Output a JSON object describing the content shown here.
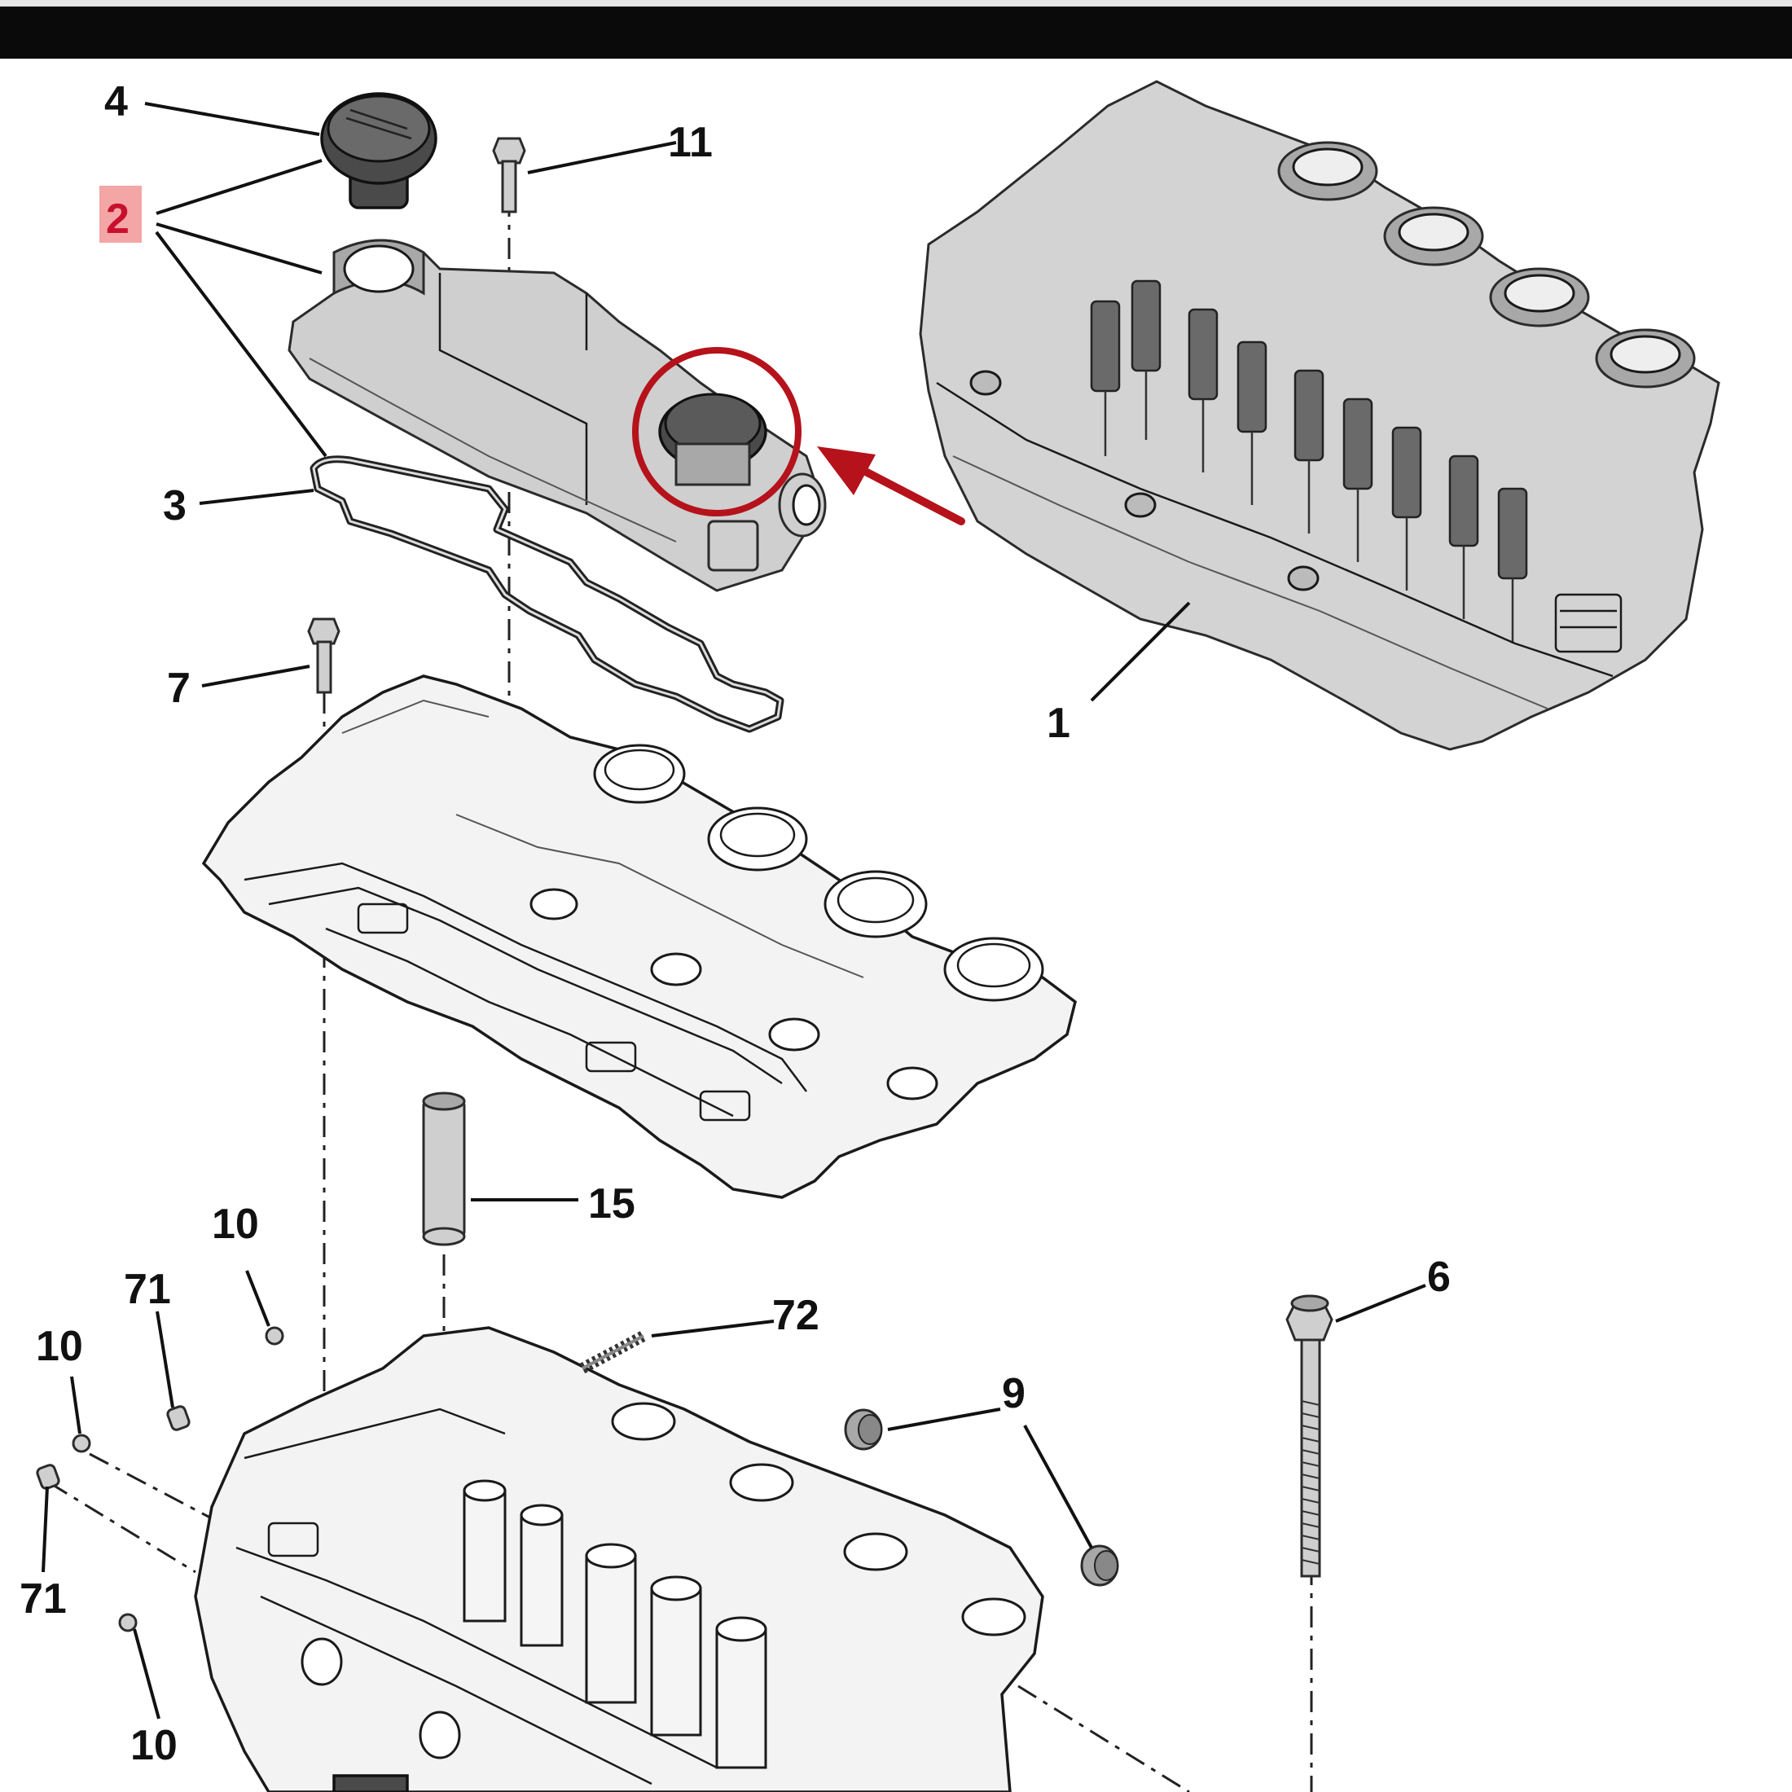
{
  "diagram": {
    "callouts": [
      {
        "id": "4",
        "label": "4"
      },
      {
        "id": "2",
        "label": "2",
        "highlighted": true
      },
      {
        "id": "11",
        "label": "11"
      },
      {
        "id": "3",
        "label": "3"
      },
      {
        "id": "7",
        "label": "7"
      },
      {
        "id": "1",
        "label": "1"
      },
      {
        "id": "15",
        "label": "15"
      },
      {
        "id": "10a",
        "label": "10"
      },
      {
        "id": "71a",
        "label": "71"
      },
      {
        "id": "10b",
        "label": "10"
      },
      {
        "id": "72",
        "label": "72"
      },
      {
        "id": "6",
        "label": "6"
      },
      {
        "id": "9",
        "label": "9"
      },
      {
        "id": "71b",
        "label": "71"
      },
      {
        "id": "10c",
        "label": "10"
      }
    ],
    "highlight_color": "#c8102e",
    "highlight_bg": "#f4a6a6"
  }
}
